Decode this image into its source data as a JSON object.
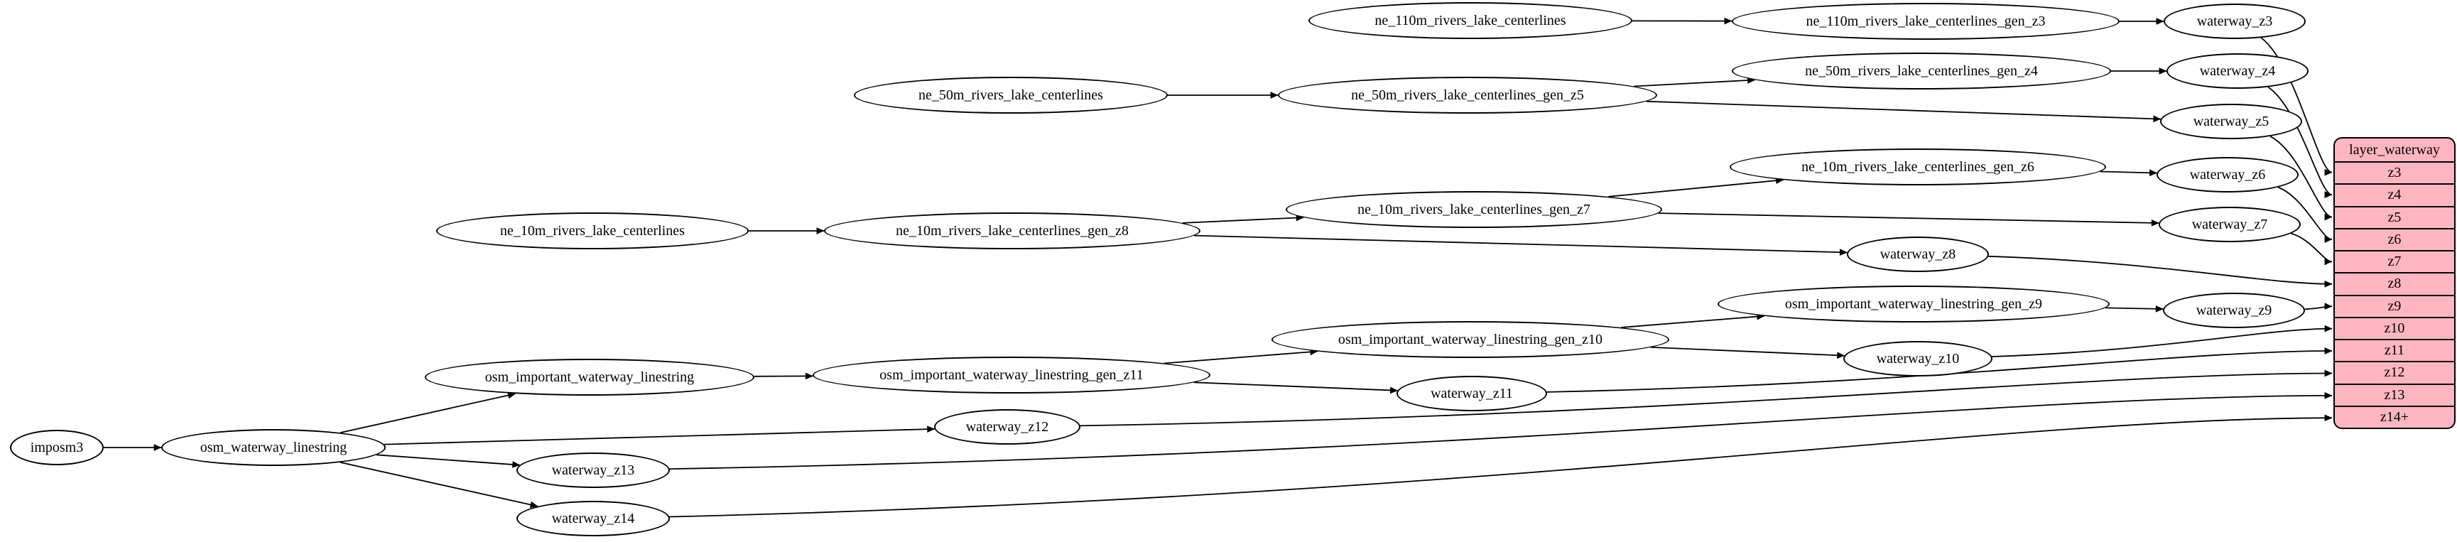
{
  "colors": {
    "background": "#ffffff",
    "node_fill": "#ffffff",
    "node_stroke": "#000000",
    "edge": "#000000",
    "table_fill": "#ffb6c1",
    "table_stroke": "#000000"
  },
  "nodes": [
    {
      "id": "imposm3",
      "label": "imposm3"
    },
    {
      "id": "osm_waterway_linestring",
      "label": "osm_waterway_linestring"
    },
    {
      "id": "osm_important_waterway_linestring",
      "label": "osm_important_waterway_linestring"
    },
    {
      "id": "ne_10m_rivers_lake_centerlines",
      "label": "ne_10m_rivers_lake_centerlines"
    },
    {
      "id": "waterway_z13",
      "label": "waterway_z13"
    },
    {
      "id": "waterway_z14",
      "label": "waterway_z14"
    },
    {
      "id": "osm_important_waterway_linestring_gen_z11",
      "label": "osm_important_waterway_linestring_gen_z11"
    },
    {
      "id": "ne_10m_rivers_lake_centerlines_gen_z8",
      "label": "ne_10m_rivers_lake_centerlines_gen_z8"
    },
    {
      "id": "ne_50m_rivers_lake_centerlines",
      "label": "ne_50m_rivers_lake_centerlines"
    },
    {
      "id": "waterway_z12",
      "label": "waterway_z12"
    },
    {
      "id": "ne_110m_rivers_lake_centerlines",
      "label": "ne_110m_rivers_lake_centerlines"
    },
    {
      "id": "ne_50m_rivers_lake_centerlines_gen_z5",
      "label": "ne_50m_rivers_lake_centerlines_gen_z5"
    },
    {
      "id": "ne_10m_rivers_lake_centerlines_gen_z7",
      "label": "ne_10m_rivers_lake_centerlines_gen_z7"
    },
    {
      "id": "osm_important_waterway_linestring_gen_z10",
      "label": "osm_important_waterway_linestring_gen_z10"
    },
    {
      "id": "waterway_z11",
      "label": "waterway_z11"
    },
    {
      "id": "ne_110m_rivers_lake_centerlines_gen_z3",
      "label": "ne_110m_rivers_lake_centerlines_gen_z3"
    },
    {
      "id": "ne_50m_rivers_lake_centerlines_gen_z4",
      "label": "ne_50m_rivers_lake_centerlines_gen_z4"
    },
    {
      "id": "ne_10m_rivers_lake_centerlines_gen_z6",
      "label": "ne_10m_rivers_lake_centerlines_gen_z6"
    },
    {
      "id": "waterway_z8",
      "label": "waterway_z8"
    },
    {
      "id": "osm_important_waterway_linestring_gen_z9",
      "label": "osm_important_waterway_linestring_gen_z9"
    },
    {
      "id": "waterway_z10",
      "label": "waterway_z10"
    },
    {
      "id": "waterway_z3",
      "label": "waterway_z3"
    },
    {
      "id": "waterway_z4",
      "label": "waterway_z4"
    },
    {
      "id": "waterway_z5",
      "label": "waterway_z5"
    },
    {
      "id": "waterway_z6",
      "label": "waterway_z6"
    },
    {
      "id": "waterway_z7",
      "label": "waterway_z7"
    },
    {
      "id": "waterway_z9",
      "label": "waterway_z9"
    }
  ],
  "edges": [
    {
      "from": "imposm3",
      "to": "osm_waterway_linestring"
    },
    {
      "from": "osm_waterway_linestring",
      "to": "osm_important_waterway_linestring"
    },
    {
      "from": "osm_waterway_linestring",
      "to": "waterway_z12"
    },
    {
      "from": "osm_waterway_linestring",
      "to": "waterway_z13"
    },
    {
      "from": "osm_waterway_linestring",
      "to": "waterway_z14"
    },
    {
      "from": "osm_important_waterway_linestring",
      "to": "osm_important_waterway_linestring_gen_z11"
    },
    {
      "from": "osm_important_waterway_linestring_gen_z11",
      "to": "osm_important_waterway_linestring_gen_z10"
    },
    {
      "from": "osm_important_waterway_linestring_gen_z11",
      "to": "waterway_z11"
    },
    {
      "from": "osm_important_waterway_linestring_gen_z10",
      "to": "osm_important_waterway_linestring_gen_z9"
    },
    {
      "from": "osm_important_waterway_linestring_gen_z10",
      "to": "waterway_z10"
    },
    {
      "from": "osm_important_waterway_linestring_gen_z9",
      "to": "waterway_z9"
    },
    {
      "from": "ne_10m_rivers_lake_centerlines",
      "to": "ne_10m_rivers_lake_centerlines_gen_z8"
    },
    {
      "from": "ne_10m_rivers_lake_centerlines_gen_z8",
      "to": "ne_10m_rivers_lake_centerlines_gen_z7"
    },
    {
      "from": "ne_10m_rivers_lake_centerlines_gen_z8",
      "to": "waterway_z8"
    },
    {
      "from": "ne_10m_rivers_lake_centerlines_gen_z7",
      "to": "ne_10m_rivers_lake_centerlines_gen_z6"
    },
    {
      "from": "ne_10m_rivers_lake_centerlines_gen_z7",
      "to": "waterway_z7"
    },
    {
      "from": "ne_10m_rivers_lake_centerlines_gen_z6",
      "to": "waterway_z6"
    },
    {
      "from": "ne_50m_rivers_lake_centerlines",
      "to": "ne_50m_rivers_lake_centerlines_gen_z5"
    },
    {
      "from": "ne_50m_rivers_lake_centerlines_gen_z5",
      "to": "ne_50m_rivers_lake_centerlines_gen_z4"
    },
    {
      "from": "ne_50m_rivers_lake_centerlines_gen_z5",
      "to": "waterway_z5"
    },
    {
      "from": "ne_50m_rivers_lake_centerlines_gen_z4",
      "to": "waterway_z4"
    },
    {
      "from": "ne_110m_rivers_lake_centerlines",
      "to": "ne_110m_rivers_lake_centerlines_gen_z3"
    },
    {
      "from": "ne_110m_rivers_lake_centerlines_gen_z3",
      "to": "waterway_z3"
    }
  ],
  "table": {
    "title": "layer_waterway",
    "rows": [
      "z3",
      "z4",
      "z5",
      "z6",
      "z7",
      "z8",
      "z9",
      "z10",
      "z11",
      "z12",
      "z13",
      "z14+"
    ]
  },
  "table_edges": [
    {
      "from": "waterway_z3",
      "row": "z3"
    },
    {
      "from": "waterway_z4",
      "row": "z4"
    },
    {
      "from": "waterway_z5",
      "row": "z5"
    },
    {
      "from": "waterway_z6",
      "row": "z6"
    },
    {
      "from": "waterway_z7",
      "row": "z7"
    },
    {
      "from": "waterway_z8",
      "row": "z8"
    },
    {
      "from": "waterway_z9",
      "row": "z9"
    },
    {
      "from": "waterway_z10",
      "row": "z10"
    },
    {
      "from": "waterway_z11",
      "row": "z11"
    },
    {
      "from": "waterway_z12",
      "row": "z12"
    },
    {
      "from": "waterway_z13",
      "row": "z13"
    },
    {
      "from": "waterway_z14",
      "row": "z14+"
    }
  ]
}
